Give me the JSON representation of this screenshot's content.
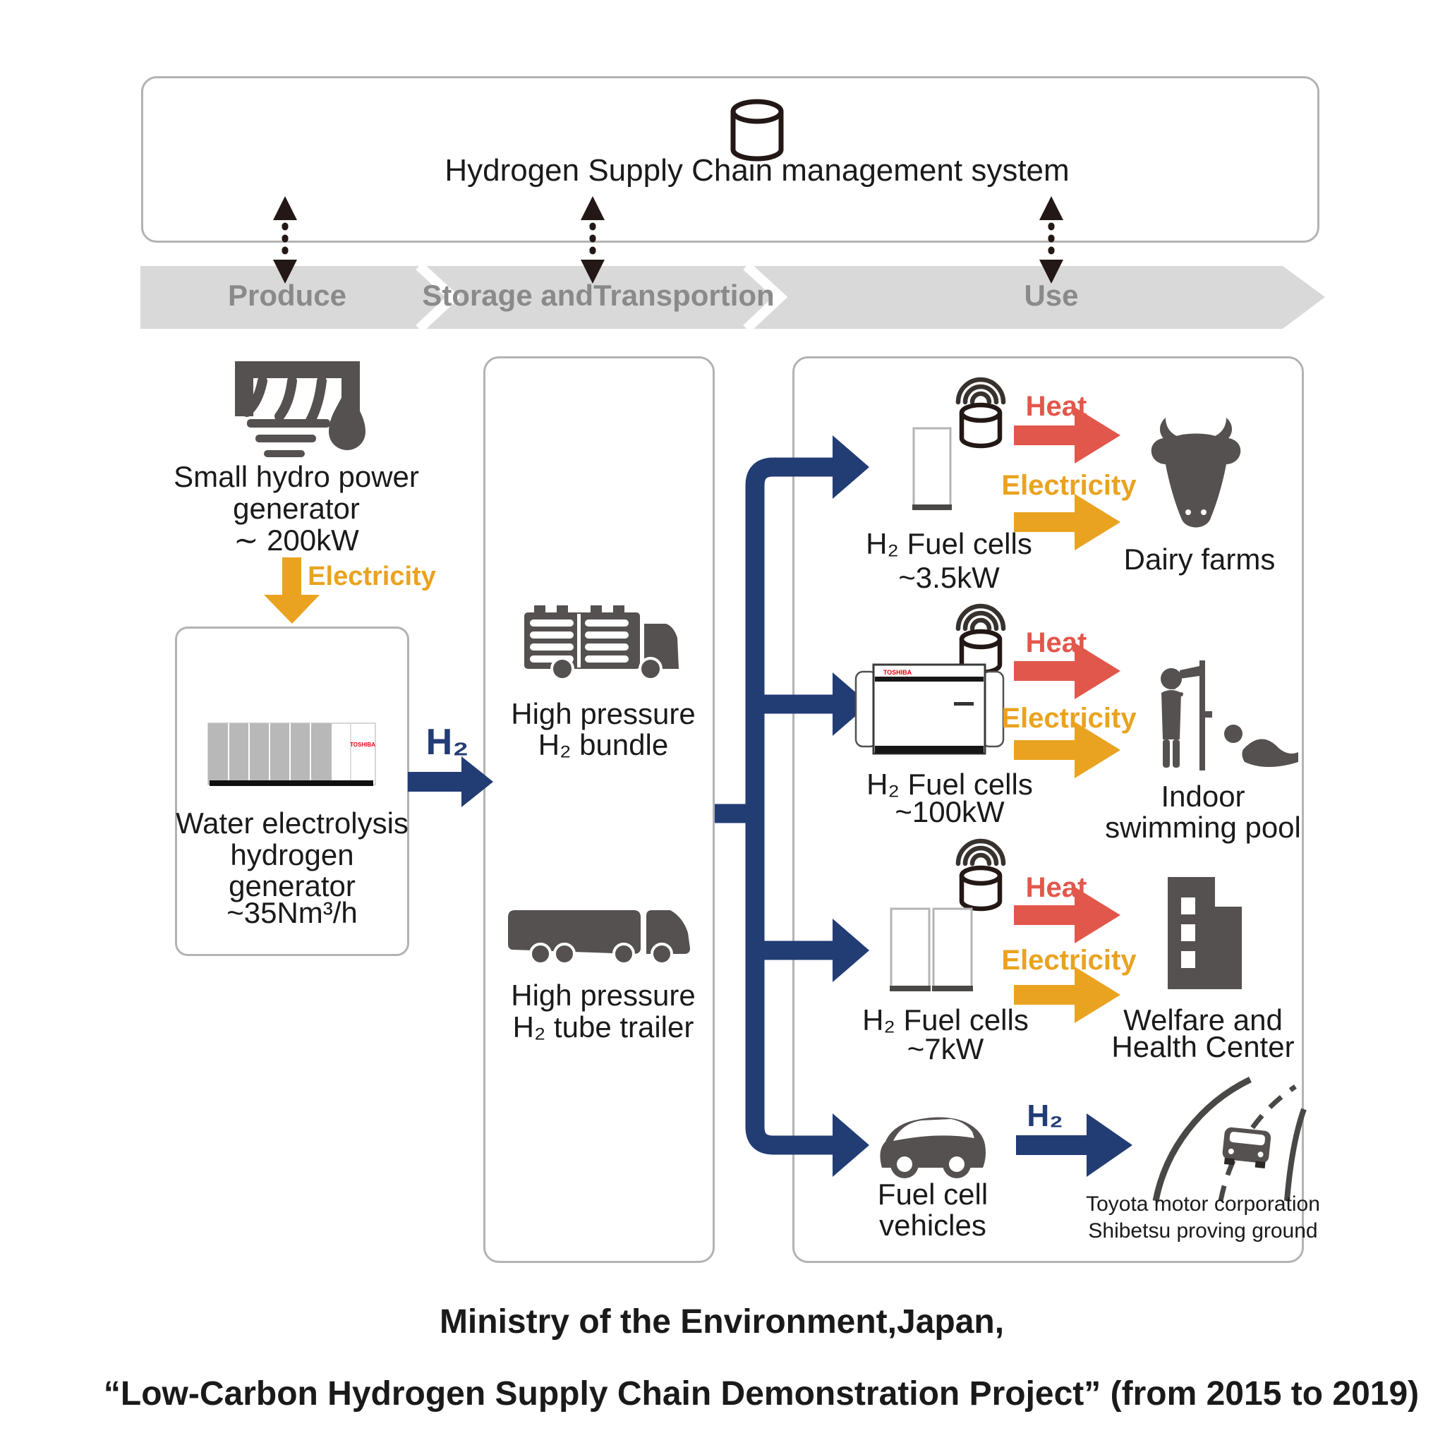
{
  "colors": {
    "navy": "#223c74",
    "heat_red": "#e2574c",
    "electricity_orange": "#e9a320",
    "icon_gray": "#555150",
    "band_gray": "#d9d9d9",
    "band_text_gray": "#8a8a8a",
    "box_border_gray": "#b3b3b3",
    "ink_black": "#231815",
    "toshiba_red": "#e60012"
  },
  "header": {
    "title": "Hydrogen Supply Chain management system",
    "icon": "database-cylinder-icon"
  },
  "stages": {
    "produce": "Produce",
    "storage": "Storage andTransportion",
    "use": "Use"
  },
  "produce": {
    "hydro_caption": [
      "Small hydro power",
      "generator",
      "∼ 200kW"
    ],
    "hydro_icon": "hydro-dam-icon",
    "electricity_label": "Electricity",
    "electrolysis_caption": [
      "Water electrolysis",
      "hydrogen",
      "generator",
      "~35Nm³/h"
    ],
    "electrolysis_brand": "TOSHIBA",
    "h2_label": "H₂"
  },
  "storage": {
    "bundle_caption": [
      "High pressure",
      "H₂ bundle"
    ],
    "bundle_icon": "bundle-truck-icon",
    "trailer_caption": [
      "High pressure",
      "H₂ tube trailer"
    ],
    "trailer_icon": "tube-trailer-truck-icon"
  },
  "use": {
    "rows": [
      {
        "heat": "Heat",
        "electricity": "Electricity",
        "device": [
          "H₂ Fuel cells",
          "~3.5kW"
        ],
        "dest": [
          "Dairy farms"
        ],
        "device_icon": "fuel-cell-tower-icon",
        "dest_icon": "cow-icon"
      },
      {
        "heat": "Heat",
        "electricity": "Electricity",
        "brand": "TOSHIBA",
        "device": [
          "H₂ Fuel cells",
          "~100kW"
        ],
        "dest": [
          "Indoor",
          "swimming pool"
        ],
        "device_icon": "large-fuel-cell-icon",
        "dest_icon": "shower-swimmer-icon"
      },
      {
        "heat": "Heat",
        "electricity": "Electricity",
        "device": [
          "H₂ Fuel cells",
          "~7kW"
        ],
        "dest": [
          "Welfare and",
          "Health Center"
        ],
        "device_icon": "twin-fuel-cell-tower-icon",
        "dest_icon": "building-icon"
      },
      {
        "h2": "H₂",
        "device": [
          "Fuel cell",
          "vehicles"
        ],
        "dest": [
          "Toyota motor corporation",
          "Shibetsu proving ground"
        ],
        "device_icon": "car-icon",
        "dest_icon": "proving-ground-road-icon"
      }
    ]
  },
  "caption": [
    "Ministry of the Environment,Japan,",
    "“Low-Carbon Hydrogen Supply Chain Demonstration Project”  (from 2015 to 2019)"
  ]
}
